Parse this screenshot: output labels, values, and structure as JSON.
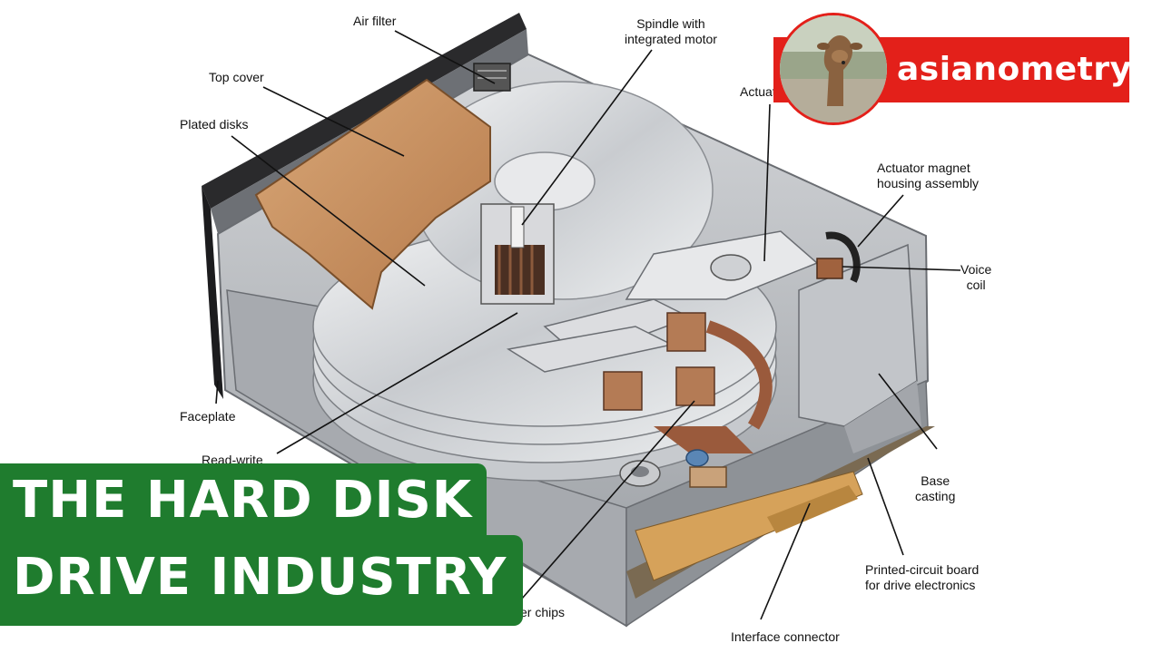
{
  "video": {
    "title_lines": [
      "THE HARD DISK",
      "DRIVE INDUSTRY"
    ],
    "channel_name": "asianometry"
  },
  "diagram": {
    "labels": {
      "air_filter": "Air filter",
      "spindle_line1": "Spindle with",
      "spindle_line2": "integrated motor",
      "top_cover": "Top cover",
      "plated_disks": "Plated disks",
      "actuator": "Actuat",
      "magnet_line1": "Actuator magnet",
      "magnet_line2": "housing assembly",
      "voice_coil_line1": "Voice",
      "voice_coil_line2": "coil",
      "faceplate": "Faceplate",
      "read_write": "Read-write",
      "base_casting_line1": "Base",
      "base_casting_line2": "casting",
      "pcb_line1": "Printed-circuit board",
      "pcb_line2": "for drive electronics",
      "driver_chips": "er chips",
      "interface_connector": "Interface connector"
    }
  },
  "colors": {
    "channel_red": "#e3201a",
    "title_green": "#1f7c2e",
    "casting_gray": "#b9bcc0",
    "platter_silver": "#d9dcdf",
    "cover_tan": "#c7925f",
    "copper": "#9a5a3c"
  }
}
